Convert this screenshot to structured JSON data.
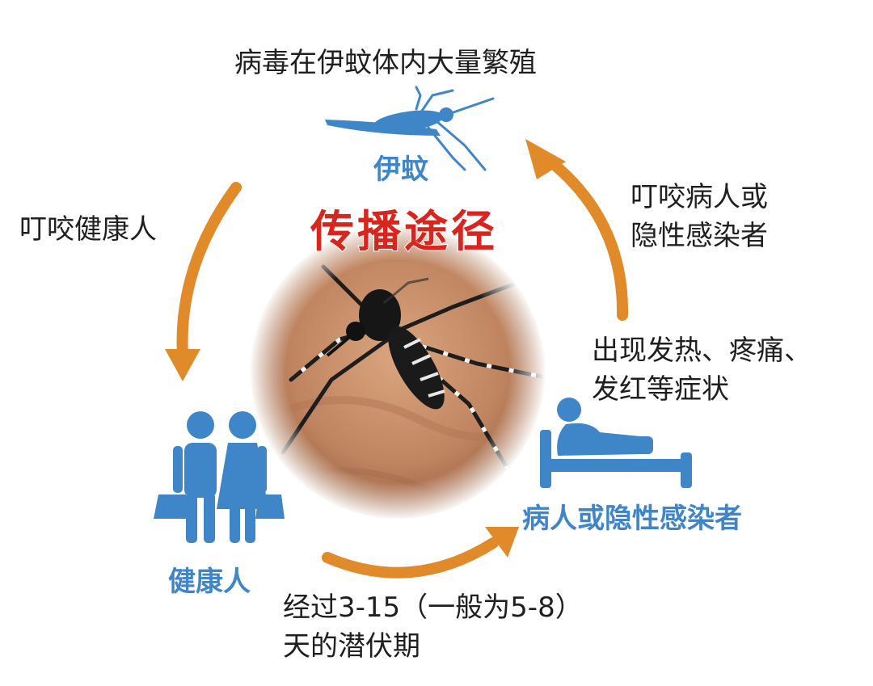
{
  "title": "传播途径",
  "nodes": {
    "mosquito": "伊蚊",
    "healthy": "健康人",
    "patient": "病人或隐性感染者"
  },
  "steps": {
    "top": "病毒在伊蚊体内大量繁殖",
    "left": "叮咬健康人",
    "right_line1": "叮咬病人或",
    "right_line2": "隐性感染者",
    "symptom_line1": "出现发热、疼痛、",
    "symptom_line2": "发红等症状",
    "bottom_line1": "经过3-15（一般为5-8）",
    "bottom_line2": "天的潜伏期"
  },
  "colors": {
    "arrow": "#e08a2a",
    "blue": "#3f86c9",
    "title": "#d8251d",
    "text": "#1f1f1f"
  },
  "icons": [
    "mosquito-icon",
    "people-icon",
    "patient-bed-icon",
    "mosquito-photo"
  ]
}
